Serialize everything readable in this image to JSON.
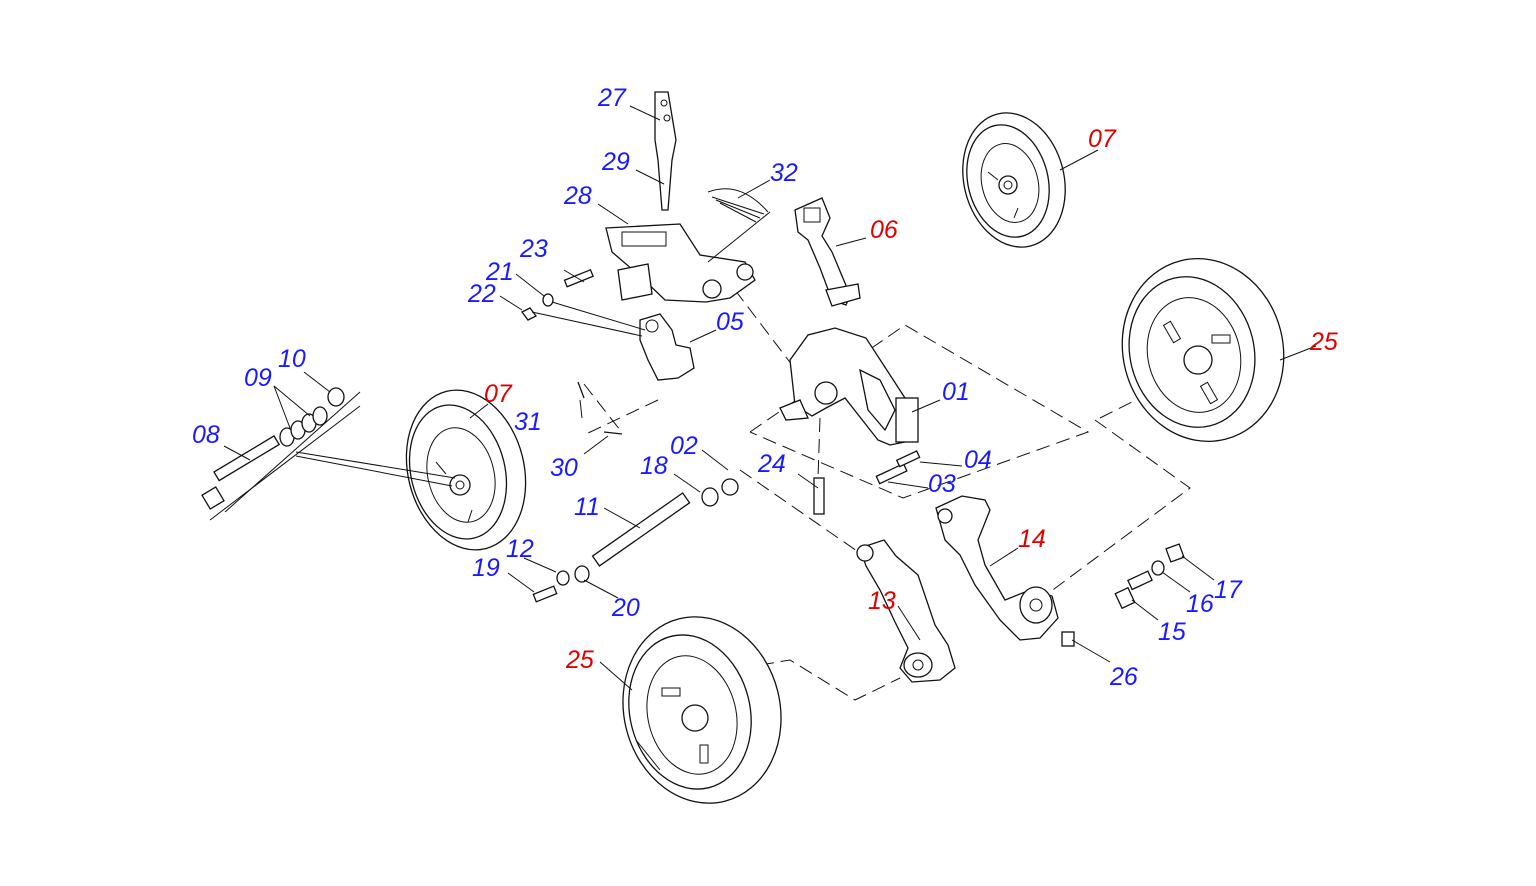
{
  "colors": {
    "standard": "#1a1aff",
    "highlight": "#e00000",
    "line": "#111111"
  },
  "labels": [
    {
      "id": "01",
      "text": "01",
      "highlight": false
    },
    {
      "id": "02",
      "text": "02",
      "highlight": false
    },
    {
      "id": "03",
      "text": "03",
      "highlight": false
    },
    {
      "id": "04",
      "text": "04",
      "highlight": false
    },
    {
      "id": "05",
      "text": "05",
      "highlight": false
    },
    {
      "id": "06",
      "text": "06",
      "highlight": true
    },
    {
      "id": "07a",
      "text": "07",
      "highlight": true
    },
    {
      "id": "07b",
      "text": "07",
      "highlight": true
    },
    {
      "id": "08",
      "text": "08",
      "highlight": false
    },
    {
      "id": "09",
      "text": "09",
      "highlight": false
    },
    {
      "id": "10",
      "text": "10",
      "highlight": false
    },
    {
      "id": "11",
      "text": "11",
      "highlight": false
    },
    {
      "id": "12",
      "text": "12",
      "highlight": false
    },
    {
      "id": "13",
      "text": "13",
      "highlight": true
    },
    {
      "id": "14",
      "text": "14",
      "highlight": true
    },
    {
      "id": "15",
      "text": "15",
      "highlight": false
    },
    {
      "id": "16",
      "text": "16",
      "highlight": false
    },
    {
      "id": "17",
      "text": "17",
      "highlight": false
    },
    {
      "id": "18",
      "text": "18",
      "highlight": false
    },
    {
      "id": "19",
      "text": "19",
      "highlight": false
    },
    {
      "id": "20",
      "text": "20",
      "highlight": false
    },
    {
      "id": "21",
      "text": "21",
      "highlight": false
    },
    {
      "id": "22",
      "text": "22",
      "highlight": false
    },
    {
      "id": "23",
      "text": "23",
      "highlight": false
    },
    {
      "id": "24",
      "text": "24",
      "highlight": false
    },
    {
      "id": "25a",
      "text": "25",
      "highlight": true
    },
    {
      "id": "25b",
      "text": "25",
      "highlight": true
    },
    {
      "id": "26",
      "text": "26",
      "highlight": false
    },
    {
      "id": "27",
      "text": "27",
      "highlight": false
    },
    {
      "id": "28",
      "text": "28",
      "highlight": false
    },
    {
      "id": "29",
      "text": "29",
      "highlight": false
    },
    {
      "id": "30",
      "text": "30",
      "highlight": false
    },
    {
      "id": "31",
      "text": "31",
      "highlight": false
    },
    {
      "id": "32",
      "text": "32",
      "highlight": false
    }
  ]
}
